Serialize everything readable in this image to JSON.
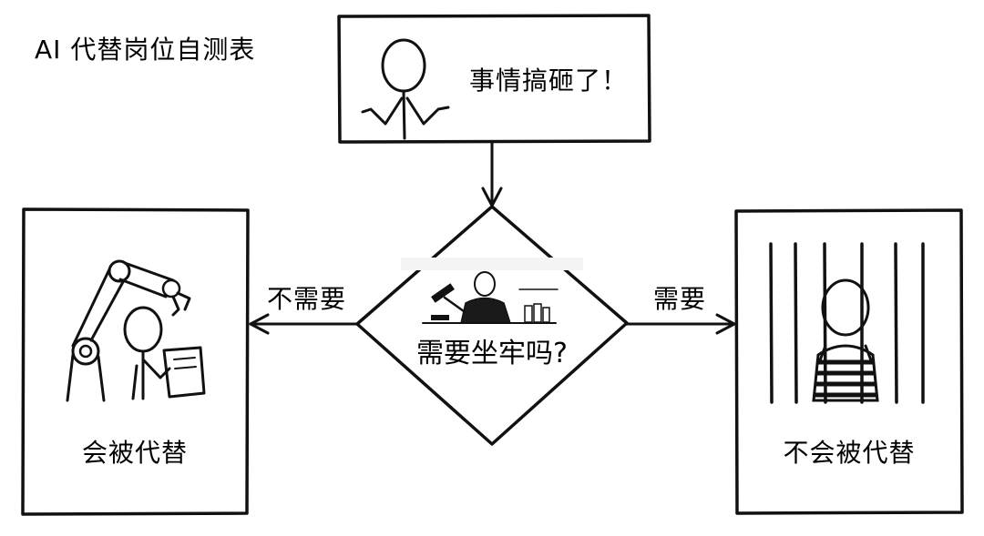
{
  "title": "AI 代替岗位自测表",
  "start_box": {
    "text": "事情搞砸了！"
  },
  "decision": {
    "question": "需要坐牢吗?"
  },
  "edges": {
    "left_label": "不需要",
    "right_label": "需要"
  },
  "outcomes": {
    "left": "会被代替",
    "right": "不会被代替"
  }
}
